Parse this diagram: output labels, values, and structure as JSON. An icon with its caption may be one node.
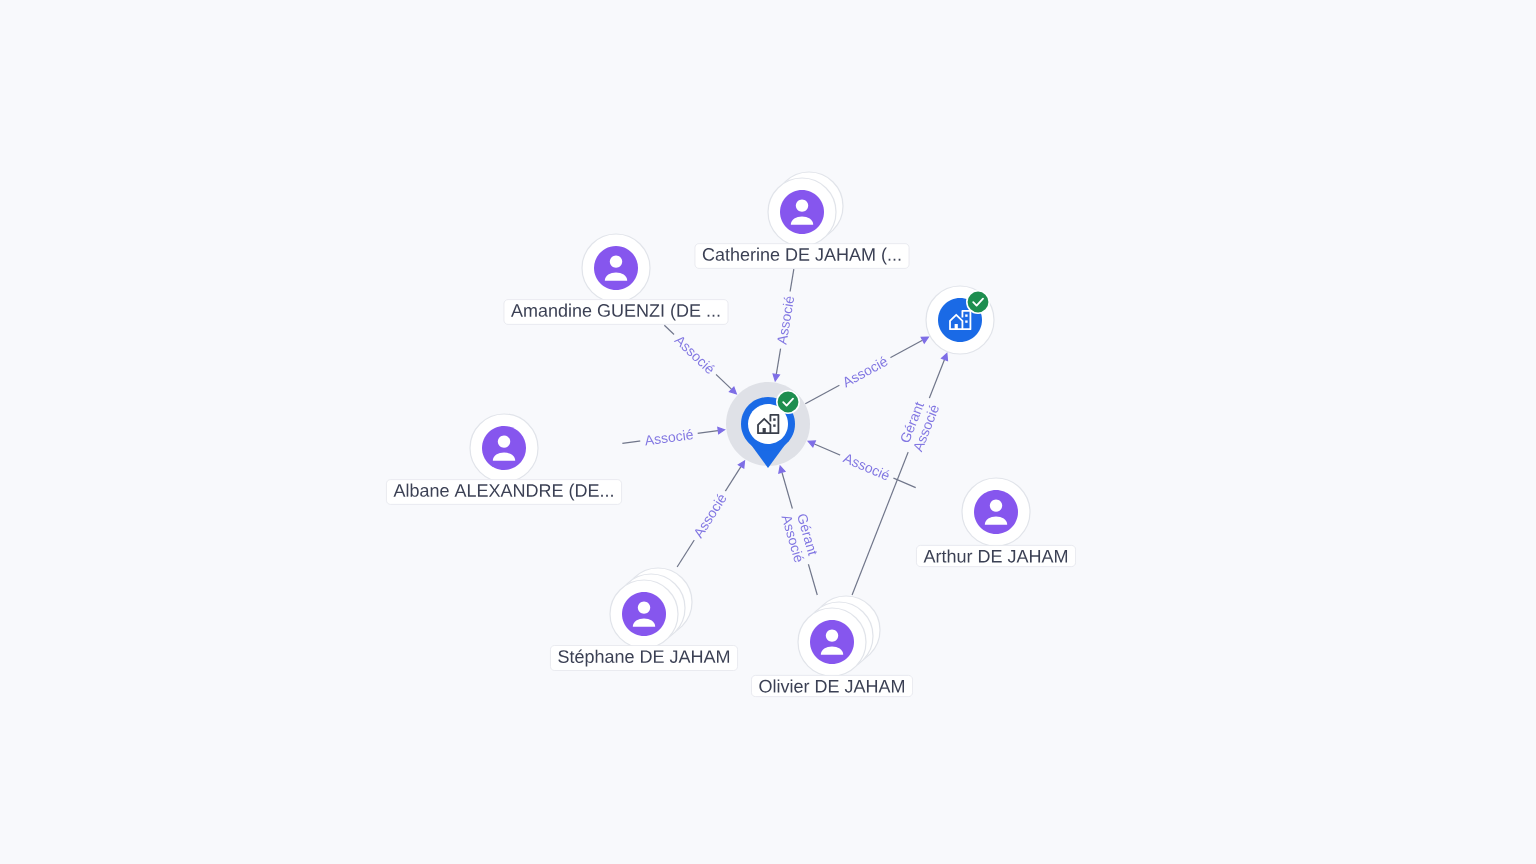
{
  "diagram": {
    "nodes": [
      {
        "text": [
          "Catherine DE JAHAM (..."
        ]
      },
      {
        "text": [
          "Amandine GUENZI (DE ..."
        ]
      },
      {
        "text": [],
        "shape": "circle"
      },
      {
        "text": [],
        "shape": "picture"
      },
      {
        "text": [
          "Albane ALEXANDRE (DE..."
        ]
      },
      {
        "text": [
          "Arthur DE JAHAM"
        ]
      },
      {
        "text": [
          "Stéphane DE JAHAM"
        ]
      },
      {
        "text": [
          "Olivier DE JAHAM"
        ]
      }
    ],
    "edges": [
      {
        "from": 0,
        "to": 3,
        "label": "Associé",
        "arrow": "to"
      },
      {
        "from": 1,
        "to": 3,
        "label": "Associé",
        "arrow": "to"
      },
      {
        "from": 3,
        "to": 2,
        "label": "Associé",
        "arrow": "to"
      },
      {
        "from": 4,
        "to": 3,
        "label": "Associé",
        "arrow": "to"
      },
      {
        "from": 5,
        "to": 3,
        "label": "Associé",
        "arrow": "to"
      },
      {
        "from": 7,
        "to": 2,
        "label": "Gérant Associé",
        "arrow": "to"
      },
      {
        "from": 6,
        "to": 3,
        "label": "Associé",
        "arrow": "to"
      },
      {
        "from": 7,
        "to": 3,
        "label": "Gérant Associé",
        "arrow": "to"
      }
    ]
  }
}
